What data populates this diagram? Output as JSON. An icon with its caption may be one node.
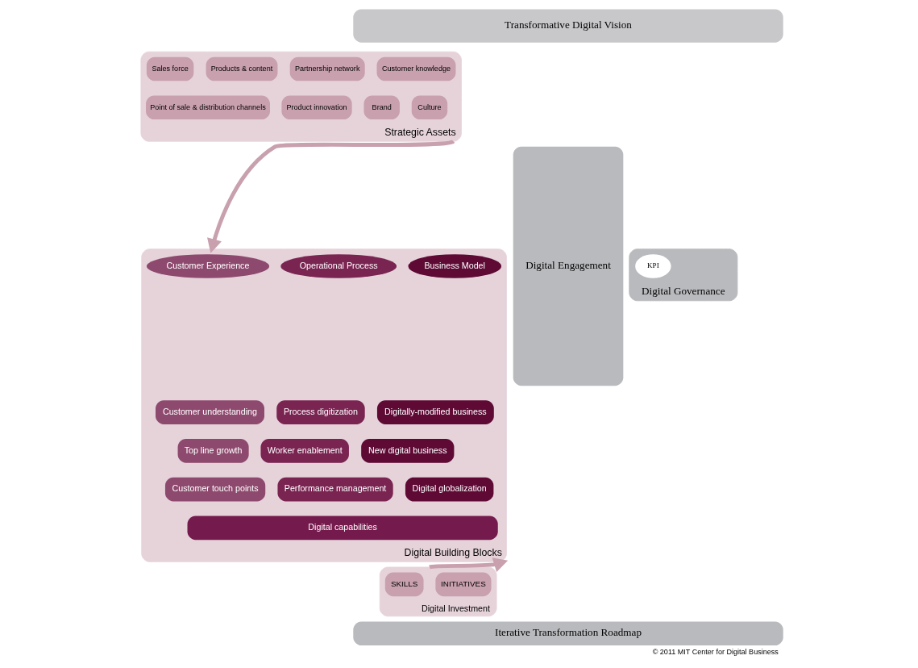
{
  "diagram": {
    "caption": "© 2011 MIT Center for Digital Business",
    "nodes": [
      {
        "text": [
          "Transformative Digital Vision"
        ]
      },
      {
        "text": [
          "Digital Engagement"
        ]
      },
      {
        "text": [
          "Strategic Assets"
        ]
      },
      {
        "text": [
          "Sales force"
        ],
        "in": 2
      },
      {
        "text": [
          "Products & content"
        ],
        "in": 2
      },
      {
        "text": [
          "Partnership network"
        ],
        "in": 2
      },
      {
        "text": [
          "Customer knowledge"
        ],
        "in": 2
      },
      {
        "text": [
          "Point of sale & distribution channels"
        ],
        "in": 2
      },
      {
        "text": [
          "Product innovation"
        ],
        "in": 2
      },
      {
        "text": [
          "Brand"
        ],
        "in": 2
      },
      {
        "text": [
          "Culture"
        ],
        "in": 2
      },
      {
        "text": [
          "Digital Building Blocks"
        ]
      },
      {
        "text": [
          "Customer Experience"
        ],
        "in": 11
      },
      {
        "text": [
          "Operational Process"
        ],
        "in": 11
      },
      {
        "text": [
          "Business Model"
        ],
        "in": 11
      },
      {
        "text": [
          "Customer understanding"
        ],
        "in": 11
      },
      {
        "text": [
          "Process digitization"
        ],
        "in": 11
      },
      {
        "text": [
          "Digitally-modified business"
        ],
        "in": 11
      },
      {
        "text": [
          "Top line growth"
        ],
        "in": 11
      },
      {
        "text": [
          "Worker enablement"
        ],
        "in": 11
      },
      {
        "text": [
          "New digital business"
        ],
        "in": 11
      },
      {
        "text": [
          "Customer touch points"
        ],
        "in": 11
      },
      {
        "text": [
          "Performance management"
        ],
        "in": 11
      },
      {
        "text": [
          "Digital globalization"
        ],
        "in": 11
      },
      {
        "text": [
          "Digital capabilities"
        ],
        "in": 11
      },
      {
        "text": [
          "Digital Investment"
        ]
      },
      {
        "text": [
          "SKILLS"
        ],
        "in": 25
      },
      {
        "text": [
          "INITIATIVES"
        ],
        "in": 25
      },
      {
        "text": [
          "Digital Governance"
        ]
      },
      {
        "text": [
          "KPI"
        ],
        "in": 28
      },
      {
        "text": [
          "Iterative Transformation Roadmap"
        ]
      }
    ],
    "edges": [
      {
        "from": 2,
        "to": 11,
        "arrow": "to"
      },
      {
        "from": 25,
        "to": 11,
        "arrow": "to"
      }
    ]
  }
}
